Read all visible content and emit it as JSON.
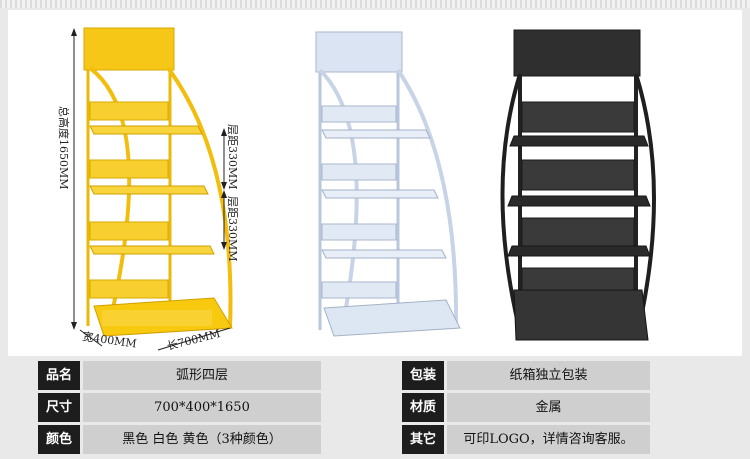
{
  "dimensions": {
    "total_height": "总高度1650MM",
    "spacing_1": "层距330MM",
    "spacing_2": "层距330MM",
    "width": "宽400MM",
    "length": "长700MM"
  },
  "specs": {
    "product_name": {
      "label": "品名",
      "value": "弧形四层"
    },
    "size": {
      "label": "尺寸",
      "value": "700*400*1650"
    },
    "color": {
      "label": "颜色",
      "value": "黑色 白色  黄色（3种颜色）"
    },
    "packaging": {
      "label": "包装",
      "value": "纸箱独立包装"
    },
    "material": {
      "label": "材质",
      "value": "金属"
    },
    "other": {
      "label": "其它",
      "value": "可印LOGO，详情咨询客服。"
    }
  },
  "colors": {
    "yellow": "#f5c316",
    "white": "#d3deee",
    "black": "#2c2c2c"
  }
}
